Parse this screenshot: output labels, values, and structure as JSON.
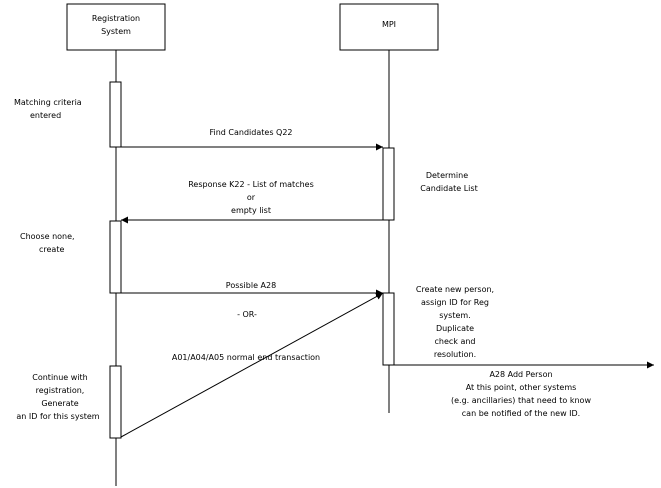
{
  "actors": {
    "registration": {
      "label_lines": [
        "Registration",
        "System"
      ]
    },
    "mpi": {
      "label_lines": [
        "MPI"
      ]
    }
  },
  "messages": {
    "find_candidates": "Find Candidates Q22",
    "response_lines": [
      "Response K22 - List of matches",
      "or",
      "empty list"
    ],
    "possible_a28": "Possible A28",
    "or_sep": "- OR-",
    "a01": "A01/A04/A05 normal end transaction",
    "a28_add": "A28 Add Person"
  },
  "notes": {
    "matching_lines": [
      "Matching criteria",
      "entered"
    ],
    "determine_lines": [
      "Determine",
      "Candidate List"
    ],
    "choose_lines": [
      "Choose none,",
      "create"
    ],
    "create_lines": [
      "Create new person,",
      "assign ID for Reg",
      "system.",
      "Duplicate",
      "check and",
      "resolution."
    ],
    "continue_lines": [
      "Continue with",
      "registration,",
      "Generate",
      "an ID for this system"
    ],
    "a28_desc_lines": [
      "At this point, other systems",
      "(e.g. ancillaries) that need to know",
      "can be notified of the new ID."
    ]
  }
}
